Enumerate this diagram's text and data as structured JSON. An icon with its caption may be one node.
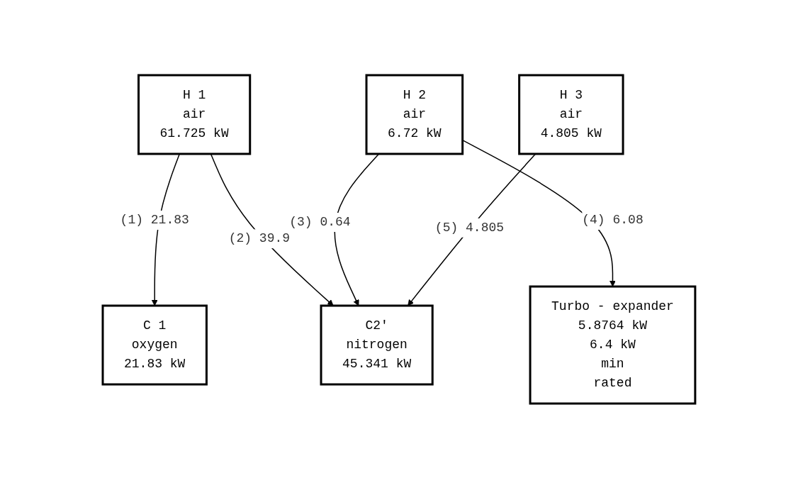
{
  "diagram": {
    "nodes": [
      {
        "text": [
          "H 1",
          "air",
          "61.725 kW"
        ]
      },
      {
        "text": [
          "H 2",
          "air",
          "6.72 kW"
        ]
      },
      {
        "text": [
          "H 3",
          "air",
          "4.805 kW"
        ]
      },
      {
        "text": [
          "C 1",
          "oxygen",
          "21.83 kW"
        ]
      },
      {
        "text": [
          "C2'",
          "nitrogen",
          "45.341 kW"
        ]
      },
      {
        "text": [
          "Turbo - expander",
          "5.8764 kW",
          "6.4 kW",
          "min",
          "rated"
        ]
      }
    ],
    "edges": [
      {
        "from": 0,
        "to": 3,
        "arrow": "to",
        "label": "(1) 21.83"
      },
      {
        "from": 0,
        "to": 4,
        "arrow": "to",
        "label": "(2) 39.9"
      },
      {
        "from": 1,
        "to": 4,
        "arrow": "to",
        "label": "(3) 0.64"
      },
      {
        "from": 1,
        "to": 5,
        "arrow": "to",
        "label": "(4) 6.08"
      },
      {
        "from": 2,
        "to": 4,
        "arrow": "to",
        "label": "(5) 4.805"
      }
    ]
  }
}
